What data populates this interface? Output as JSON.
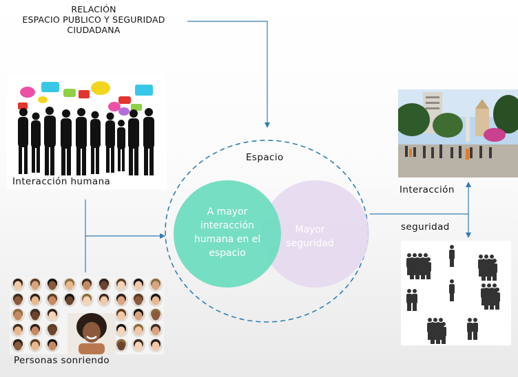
{
  "title": {
    "line1": "RELACIÓN",
    "line2": "ESPACIO PUBLICO Y SEGURIDAD",
    "line3": "CIUDADANA"
  },
  "labels": {
    "interaccion_humana": "Interacción humana",
    "personas_sonriendo": "Personas sonriendo",
    "espacio": "Espacio",
    "interaccion": "Interacción",
    "seguridad": "seguridad"
  },
  "venn": {
    "left_circle_text": "A mayor interacción humana en el espacio",
    "right_circle_text": "Mayor seguridad"
  },
  "colors": {
    "arrow": "#2f7db3",
    "dashed_circle": "#2f7db3",
    "green_circle": "#6fdcc0",
    "purple_circle": "#e6d8ee",
    "bubble_pink": "#ec4fa6",
    "bubble_cyan": "#39c7e8",
    "bubble_yellow": "#f2d61e",
    "bubble_green": "#8fd146",
    "bubble_red": "#e3342f",
    "bubble_purple": "#b36ed8"
  },
  "icons": {
    "speech_people": "people-speech-bubbles-icon",
    "faces": "smiling-faces-grid-icon",
    "plaza": "plaza-photo-icon",
    "crowd": "crowd-groups-icon"
  }
}
